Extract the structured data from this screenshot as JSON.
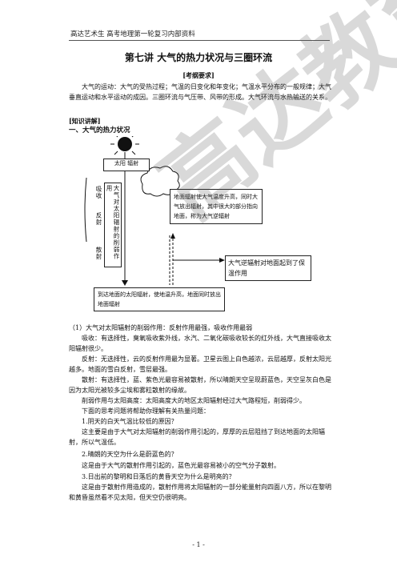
{
  "header": {
    "text": "高达艺术生   高考地理第一轮复习内部资料"
  },
  "title": "第七讲 大气的热力状况与三圈环流",
  "requirements": {
    "heading": "[考纲要求]",
    "text": "大气的运动：大气的受热过程；气温的日变化和年变化；气温水平分布的一般规律；大气垂直运动和水平运动的成因。三圈环流与气压带、风带的形成。大气环流与水热输送的关系。"
  },
  "knowledge": {
    "heading": "[知识讲解]",
    "section1": "一、大气的热力状况"
  },
  "diagram": {
    "solar_box": "太阳 辐射",
    "absorb": "吸收",
    "reflect": "反射",
    "scatter": "散射",
    "weaken_label": "大气对太阳辐射的削弱作用",
    "counter_box": "地面辐射使大气温度升高，同时大气放出辐射，其中很大的部分指向地面，称为大气逆辐射",
    "insulation_box": "大气逆辐射对地面起到了保温作用",
    "ground_box": "到达地面的太阳辐射，使地温升高，地面同时放出地面辐射"
  },
  "body": {
    "p1": "（1）大气对太阳辐射的削弱作用：反射作用最强，吸收作用最弱",
    "p2": "吸收：有选择性，臭氧吸收紫外线，水汽、二氧化碳吸收较长的红外线，大气直接吸收太阳辐射很少。",
    "p3": "反射：无选择性，云的反射作用最为显著。卫星云图上白色越浓，云层越厚，反射太阳光越多。地面的雪白反射，雪层最强。",
    "p4": "散射：有选择性，蓝、紫色光最容易被散射，所以晴朗天空呈现蔚蓝色，天空呈灰白色是因为太阳光被较多尘埃和雾粒散射的缘故。",
    "p5": "削弱作用与太阳高度：太阳高度大的地区太阳辐射经过大气路程短，削弱得少。",
    "p6": "下面的思考问题将帮助你理解有关热量问题：",
    "q1": "1.阴天的白天气温比较低的原因？",
    "a1": "这主要是由于大气对太阳辐射的削弱作用引起的，厚厚的云层阻挡了到达地面的太阳辐射，所以气温低。",
    "q2": "2.晴朗的天空为什么是蔚蓝色的？",
    "a2": "这是由于大气的散射作用引起的，蓝色光最容易被小的空气分子散射。",
    "q3": "3.日出前的黎明和日落后的黄昏天空为什么是明亮的？",
    "a3": "这是由于散射作用造成的，散射作用将太阳辐射的一部分能量射向四面八方，所以在黎明和黄昏虽然看不见太阳，但天空仍很明亮。"
  },
  "watermark": "高达教育",
  "page_number": "- 1 -"
}
